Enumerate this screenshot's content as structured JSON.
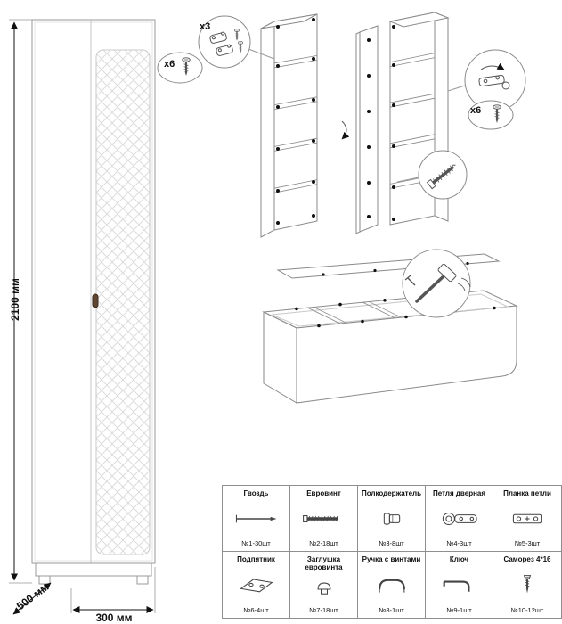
{
  "dimensions": {
    "height": "2100 мм",
    "depth": "500 мм",
    "width": "300 мм"
  },
  "callouts": {
    "hinges_qty": "x3",
    "screws_left_qty": "x6",
    "screws_right_qty": "x6"
  },
  "colors": {
    "line": "#8a8a8a",
    "text": "#111111",
    "handle": "#5f4632",
    "pattern": "#d9d9d9"
  },
  "parts": [
    [
      {
        "name": "Гвоздь",
        "qty": "№1-30шт",
        "icon": "nail-icon"
      },
      {
        "name": "Евровинт",
        "qty": "№2-18шт",
        "icon": "eurovint-icon"
      },
      {
        "name": "Полкодержатель",
        "qty": "№3-8шт",
        "icon": "shelf-holder-icon"
      },
      {
        "name": "Петля дверная",
        "qty": "№4-3шт",
        "icon": "door-hinge-icon"
      },
      {
        "name": "Планка петли",
        "qty": "№5-3шт",
        "icon": "hinge-plate-icon"
      }
    ],
    [
      {
        "name": "Подпятник",
        "qty": "№6-4шт",
        "icon": "glide-icon"
      },
      {
        "name": "Заглушка евровинта",
        "qty": "№7-18шт",
        "icon": "cap-icon"
      },
      {
        "name": "Ручка с винтами",
        "qty": "№8-1шт",
        "icon": "handle-icon"
      },
      {
        "name": "Ключ",
        "qty": "№9-1шт",
        "icon": "key-icon"
      },
      {
        "name": "Саморез 4*16",
        "qty": "№10-12шт",
        "icon": "screw-icon"
      }
    ]
  ]
}
